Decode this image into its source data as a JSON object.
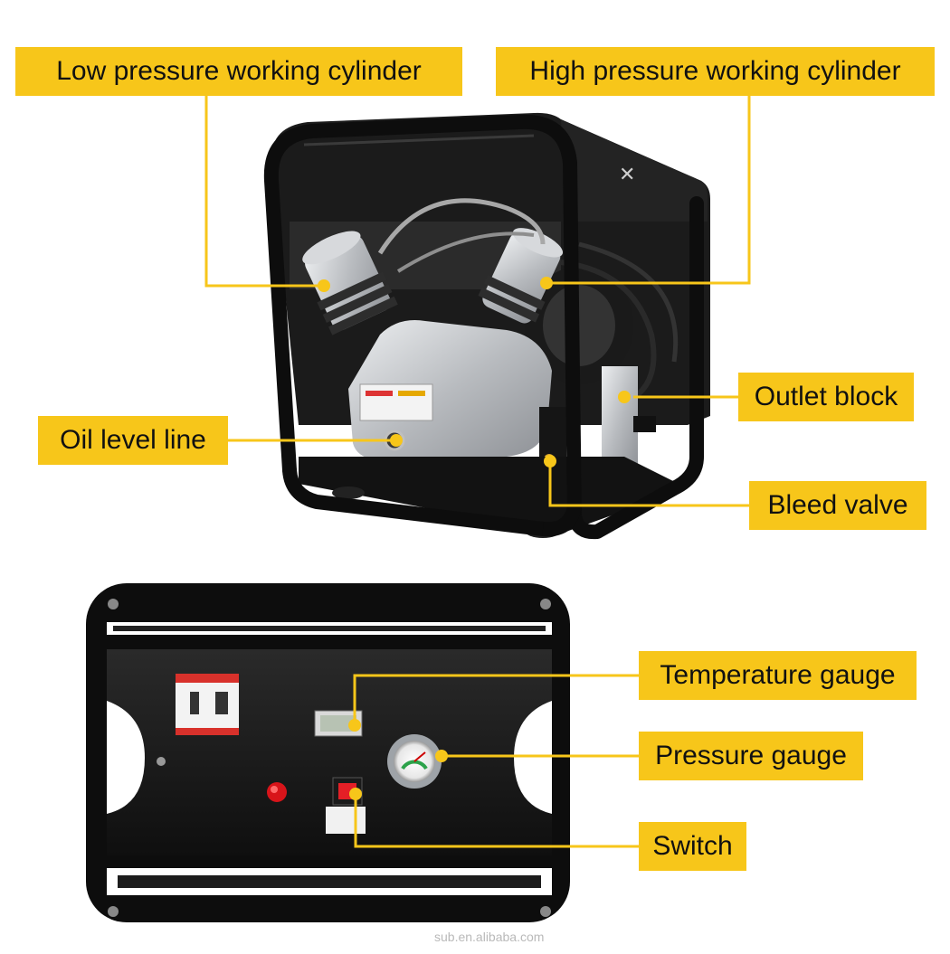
{
  "callouts": {
    "low_pressure_cylinder": "Low pressure working cylinder",
    "high_pressure_cylinder": "High pressure working cylinder",
    "outlet_block": "Outlet block",
    "oil_level_line": "Oil level line",
    "bleed_valve": "Bleed valve",
    "temperature_gauge": "Temperature gauge",
    "pressure_gauge": "Pressure gauge",
    "switch": "Switch"
  },
  "watermark": "sub.en.alibaba.com",
  "colors": {
    "callout_bg": "#f7c61a",
    "leader_line": "#f7c61a",
    "frame": "#111111",
    "metal": "#c9cbce"
  }
}
